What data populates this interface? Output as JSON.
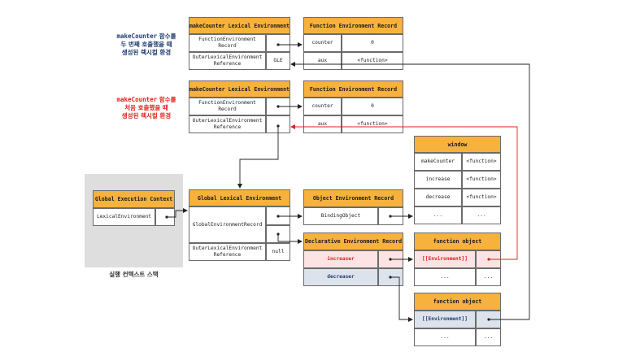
{
  "labels": {
    "first_call": {
      "kw": "makeCounter",
      "rest": " 함수를",
      "line2": "두 번째 호출했을 때",
      "line3": "생성된 렉시컬 환경",
      "color": "#1f3a6e"
    },
    "second_call": {
      "kw": "makeCounter",
      "rest": " 함수를",
      "line2": "처음 호출했을 때",
      "line3": "생성된 렉시컬 환경",
      "color": "#e0201b"
    },
    "stack_caption": "실행 컨텍스트 스택"
  },
  "mc_env_1": {
    "title": "makeCounter Lexical Environment",
    "rows": [
      "FunctionEnvironment\nRecord",
      "OuterLexicalEnvironment\nReference"
    ],
    "gle": "GLE"
  },
  "fer_1": {
    "title": "Function Environment Record",
    "rows": [
      [
        "counter",
        "0"
      ],
      [
        "aux",
        "<function>"
      ]
    ]
  },
  "mc_env_2": {
    "title": "makeCounter Lexical Environment",
    "rows": [
      "FunctionEnvironment\nRecord",
      "OuterLexicalEnvironment\nReference"
    ]
  },
  "fer_2": {
    "title": "Function Environment Record",
    "rows": [
      [
        "counter",
        "0"
      ],
      [
        "aux",
        "<function>"
      ]
    ]
  },
  "window": {
    "title": "window",
    "rows": [
      [
        "makeCounter",
        "<function>"
      ],
      [
        "increase",
        "<function>"
      ],
      [
        "decrease",
        "<function>"
      ],
      [
        "...",
        "..."
      ]
    ]
  },
  "gec": {
    "title": "Global Execution Context",
    "row": "LexicalEnvironment"
  },
  "gle": {
    "title": "Global Lexical Environment",
    "rows": [
      "GlobalEnvironmentRecord",
      "OuterLexicalEnvironment\nReference"
    ],
    "null": "null"
  },
  "oer": {
    "title": "Object Environment Record",
    "row": "BindingObject"
  },
  "der": {
    "title": "Declarative Environment Record",
    "rows": [
      "increaser",
      "decreaser"
    ]
  },
  "fo_1": {
    "title": "function object",
    "rows": [
      [
        "[[Environment]]",
        ""
      ],
      [
        "...",
        "..."
      ]
    ]
  },
  "fo_2": {
    "title": "function object",
    "rows": [
      [
        "[[Environment]]",
        ""
      ],
      [
        "...",
        "..."
      ]
    ]
  },
  "colors": {
    "header": "#f6b23d",
    "red": "#e0201b",
    "red_fill": "#fde3e3",
    "blue_fill": "#dde3ec",
    "stack_bg": "#dedede"
  }
}
